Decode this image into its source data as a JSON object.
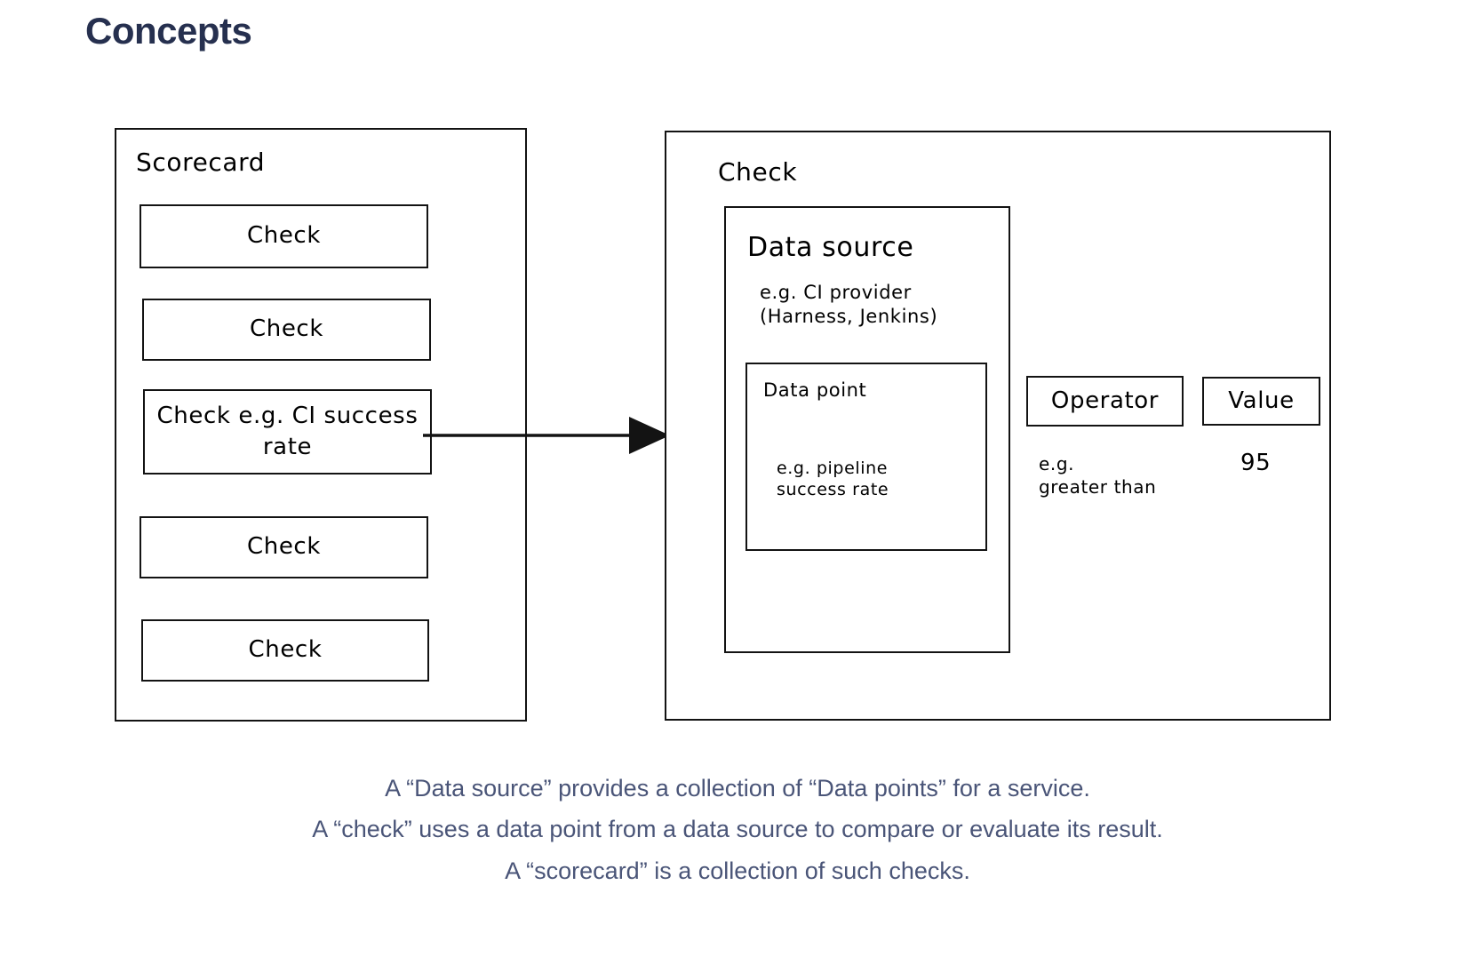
{
  "page": {
    "title": "Concepts",
    "title_color": "#26304f",
    "background": "#ffffff",
    "stroke_color": "#131313",
    "caption_color": "#4a5578"
  },
  "diagram": {
    "scorecard": {
      "title": "Scorecard",
      "checks": [
        {
          "label": "Check"
        },
        {
          "label": "Check"
        },
        {
          "label": "Check e.g. CI\nsuccess rate"
        },
        {
          "label": "Check"
        },
        {
          "label": "Check"
        }
      ]
    },
    "arrow": {
      "name": "arrow-right",
      "from": "scorecard-check-3",
      "to": "check-detail"
    },
    "check": {
      "title": "Check",
      "data_source": {
        "title": "Data source",
        "note": "e.g. CI provider\n(Harness, Jenkins)",
        "data_point": {
          "title": "Data point",
          "note": "e.g. pipeline\nsuccess rate"
        }
      },
      "operator": {
        "label": "Operator",
        "note": "e.g.\ngreater than"
      },
      "value": {
        "label": "Value",
        "number": "95"
      }
    }
  },
  "caption": {
    "lines": [
      "A “Data source” provides a collection of “Data points” for a service.",
      "A “check” uses a data point from a data source to compare or evaluate its result.",
      "A “scorecard” is a collection of such checks."
    ]
  }
}
